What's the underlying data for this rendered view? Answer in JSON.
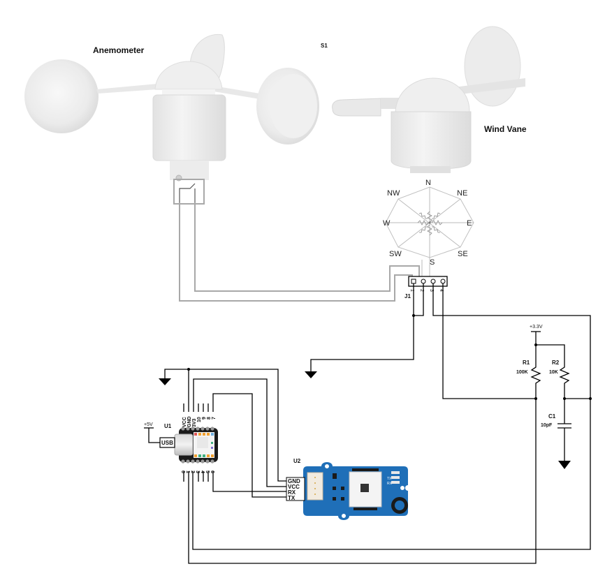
{
  "diagram": {
    "type": "circuit-schematic",
    "components": {
      "anemometer": {
        "label": "Anemometer"
      },
      "switch": {
        "ref": "S1"
      },
      "wind_vane": {
        "label": "Wind Vane",
        "directions": [
          "N",
          "NE",
          "E",
          "SE",
          "S",
          "SW",
          "W",
          "NW"
        ]
      },
      "connector": {
        "ref": "J1",
        "pins": [
          "1",
          "2",
          "3",
          "4"
        ]
      },
      "power_33": {
        "label": "+3.3V"
      },
      "r1": {
        "ref": "R1",
        "value": "100K"
      },
      "r2": {
        "ref": "R2",
        "value": "10K"
      },
      "c1": {
        "ref": "C1",
        "value": "10pF"
      },
      "mcu": {
        "ref": "U1",
        "top_pins": [
          "VCC",
          "GND",
          "3V3",
          "10",
          "9",
          "8",
          "7"
        ],
        "bottom_pins": [
          "0",
          "1",
          "2",
          "3",
          "4",
          "5",
          "6"
        ],
        "usb_label": "USB",
        "power_label": "+5V"
      },
      "module": {
        "ref": "U2",
        "pins": [
          "GND",
          "VCC",
          "RX",
          "TX"
        ],
        "led_labels": [
          "TX",
          "RX"
        ]
      }
    },
    "colors": {
      "wire": "#000000",
      "sensor_wire": "#a8a8a8",
      "module_board": "#1f6fb8",
      "mcu_board": "#1a1a1a",
      "housing": "#e9e9e9"
    }
  }
}
